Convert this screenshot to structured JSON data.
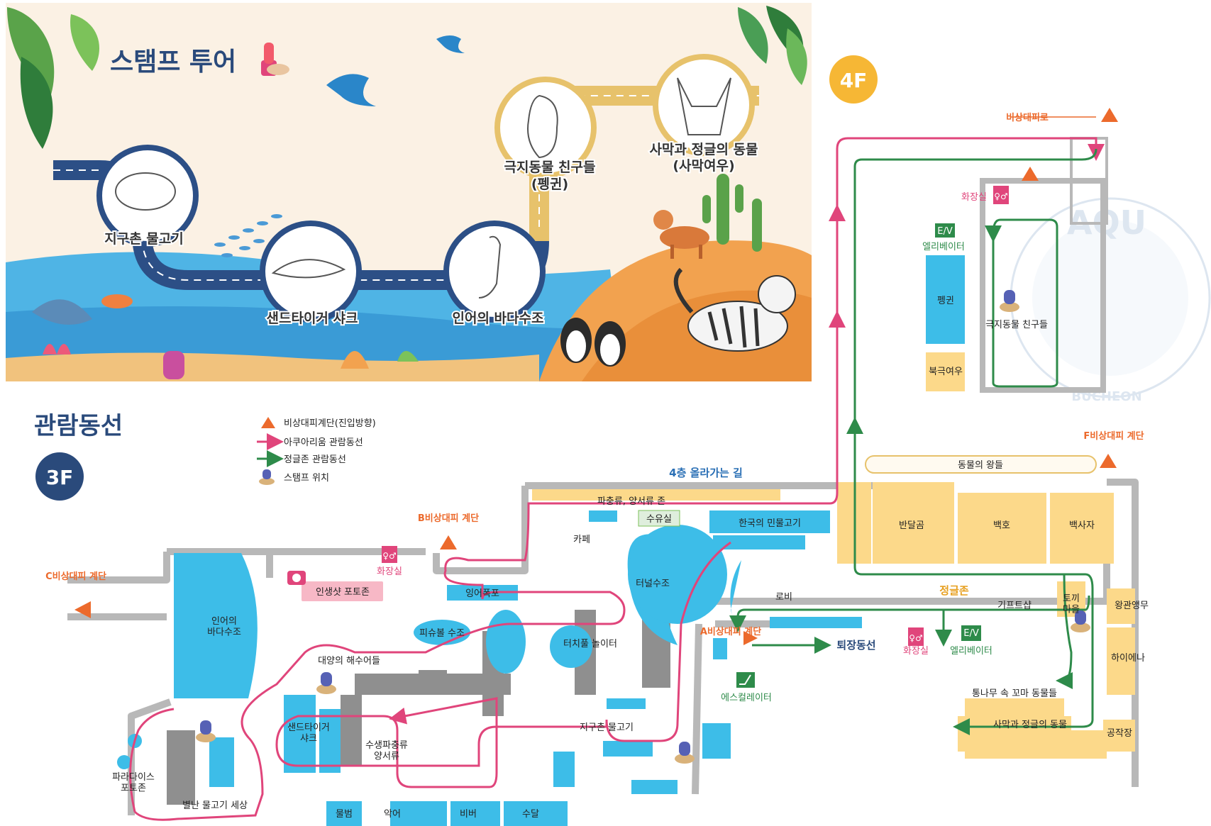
{
  "banner": {
    "title": "스탬프 투어",
    "floor_badge": "4F",
    "stops": [
      {
        "name": "지구촌 물고기"
      },
      {
        "name": "샌드타이거 샤크"
      },
      {
        "name": "인어의 바다수조"
      },
      {
        "name": "극지동물 친구들",
        "sub": "(펭귄)"
      },
      {
        "name": "사막과 정글의 동물",
        "sub": "(사막여우)"
      }
    ]
  },
  "map": {
    "title": "관람동선",
    "floor_badge": "3F",
    "legend": [
      {
        "icon": "emergency-triangle-icon",
        "label": "비상대피계단(진입방향)"
      },
      {
        "icon": "aquarium-route-arrow-icon",
        "label": "아쿠아리움 관람동선"
      },
      {
        "icon": "jungle-route-arrow-icon",
        "label": "정글존 관람동선"
      },
      {
        "icon": "stamp-icon",
        "label": "스탬프 위치"
      }
    ],
    "colors": {
      "aquarium_route": "#e0457b",
      "jungle_route": "#2e8b4a",
      "exhibit_blue": "#3dbde8",
      "jungle_zone": "#fcd98a",
      "emergency": "#ec6a2c",
      "navy": "#2a4a7b"
    },
    "labels_3f": {
      "up_to_4f": "4층 올라가는 길",
      "reptiles": "파충류, 양서류 존",
      "nursing_room": "수유실",
      "korean_fish": "한국의 민물고기",
      "cafe": "카페",
      "b_exit": "B비상대피 계단",
      "restroom": "화장실",
      "photo_zone": "인생샷 포토존",
      "carp_falls": "잉어폭포",
      "c_exit": "C비상대피 계단",
      "mermaid_tank": "인어의\n바다수조",
      "pisubul_tank": "피슈볼 수조",
      "touch_pool": "터치풀 놀이터",
      "tunnel_tank": "터널수조",
      "ocean_fish": "대양의 해수어들",
      "sandtiger": "샌드타이거\n샤크",
      "aquatic_reptiles": "수생파충류\n양서류",
      "world_fish": "지구촌 물고기",
      "paradise_photo": "파라다이스\n포토존",
      "strange_fish": "별난 물고기 세상",
      "bottom_tanks": [
        "물범",
        "악어",
        "비버",
        "수달"
      ],
      "a_exit": "A비상대피 계단",
      "lobby": "로비",
      "exit_route": "퇴장동선",
      "escalator": "에스컬레이터",
      "restroom2": "화장실",
      "elevator": "엘리베이터",
      "jungle_zone": "정글존",
      "gift_shop": "기프트샵",
      "rabbit_village": "토끼\n마을",
      "macaw": "왕관앵무",
      "hyena": "하이에나",
      "log_animals": "통나무 속 꼬마 동물들",
      "desert_jungle": "사막과 정글의 동물",
      "workshop": "공작장",
      "king_animals": "동물의 왕들",
      "moon_bear": "반달곰",
      "white_tiger": "백호",
      "white_lion": "백사자",
      "f_exit": "F비상대피 계단"
    },
    "labels_4f": {
      "emergency_route": "비상대피로",
      "restroom": "화장실",
      "ev_badge": "E/V",
      "elevator": "엘리베이터",
      "penguin": "펭귄",
      "arctic_fox": "북극여우",
      "polar_friends": "극지동물 친구들"
    },
    "watermark": "AQUARIUM BUCHEON"
  }
}
